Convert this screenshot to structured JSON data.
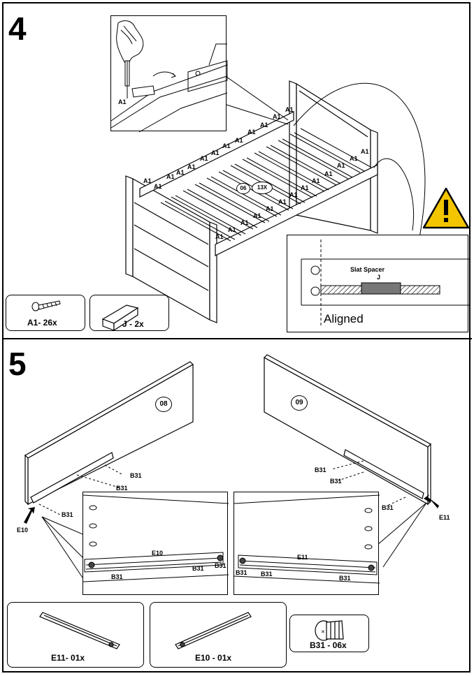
{
  "steps": [
    {
      "number": "4",
      "inset_label_screw": "A1",
      "slat_labels": [
        "A1",
        "A1",
        "A1",
        "A1",
        "A1",
        "A1",
        "A1",
        "A1",
        "A1",
        "A1",
        "A1",
        "A1",
        "A1",
        "A1",
        "A1",
        "A1",
        "A1",
        "A1",
        "A1",
        "A1",
        "A1",
        "A1",
        "A1",
        "A1",
        "A1",
        "A1"
      ],
      "slat_part_badge": "06",
      "slat_count_badge": "13X",
      "warning_icon": "warning-triangle-icon",
      "detail": {
        "title": "Slat Spacer",
        "part_letter": "J",
        "caption": "Aligned"
      },
      "parts": [
        {
          "label": "A1- 26x",
          "icon": "screw-icon"
        },
        {
          "label": "J - 2x",
          "icon": "wood-block-icon"
        }
      ]
    },
    {
      "number": "5",
      "left_panel": {
        "badge": "08",
        "labels": [
          "B31",
          "B31",
          "B31"
        ],
        "pointer_label": "E10",
        "detail_rail_label": "E10",
        "detail_labels": [
          "B31",
          "B31",
          "B31"
        ]
      },
      "right_panel": {
        "badge": "09",
        "labels": [
          "B31",
          "B31",
          "B31"
        ],
        "pointer_label": "E11",
        "detail_rail_label": "E11",
        "detail_labels": [
          "B31",
          "B31",
          "B31"
        ]
      },
      "parts": [
        {
          "label": "E11- 01x",
          "icon": "rail-icon"
        },
        {
          "label": "E10 - 01x",
          "icon": "rail-icon"
        },
        {
          "label": "B31 - 06x",
          "icon": "cam-dowel-icon"
        }
      ]
    }
  ]
}
